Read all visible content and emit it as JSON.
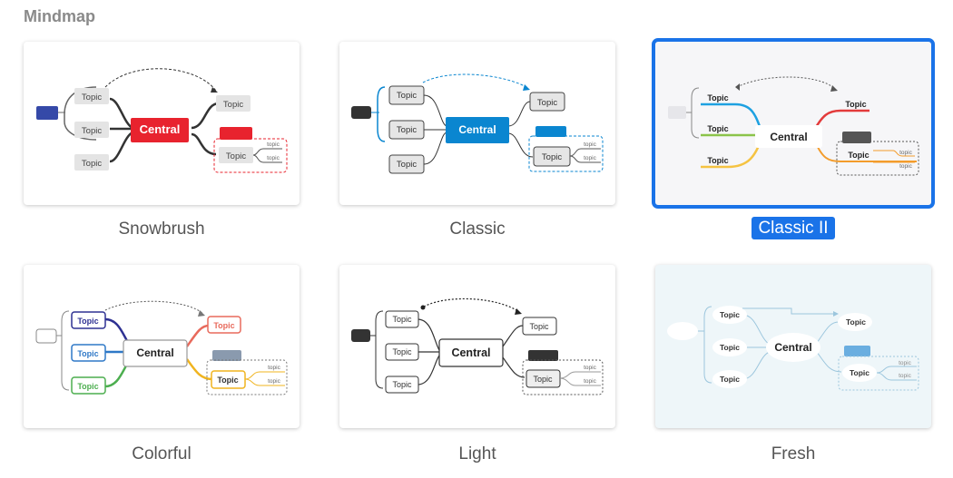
{
  "section": {
    "title": "Mindmap"
  },
  "themes": [
    {
      "name": "Snowbrush",
      "central": "Central",
      "topic": "Topic",
      "subtopic": "topic"
    },
    {
      "name": "Classic",
      "central": "Central",
      "topic": "Topic",
      "subtopic": "topic"
    },
    {
      "name": "Classic II",
      "central": "Central",
      "topic": "Topic",
      "subtopic": "topic",
      "selected": true
    },
    {
      "name": "Colorful",
      "central": "Central",
      "topic": "Topic",
      "subtopic": "topic"
    },
    {
      "name": "Light",
      "central": "Central",
      "topic": "Topic",
      "subtopic": "topic"
    },
    {
      "name": "Fresh",
      "central": "Central",
      "topic": "Topic",
      "subtopic": "topic"
    }
  ],
  "colors": {
    "selection": "#1a73e8",
    "snowbrush_central": "#e8232e",
    "classic_central": "#0a86d0"
  }
}
